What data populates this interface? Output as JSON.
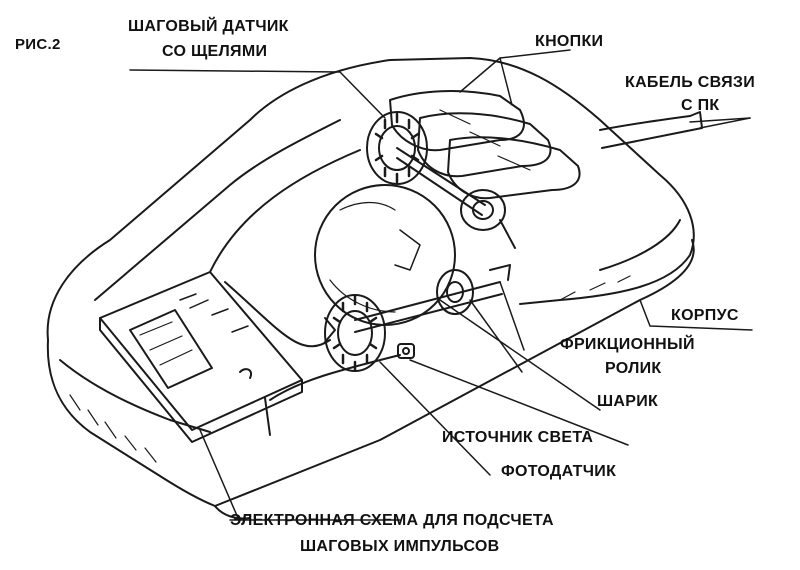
{
  "figure": {
    "title": "РИС.2",
    "labels": {
      "step_sensor_line1": "ШАГОВЫЙ ДАТЧИК",
      "step_sensor_line2": "СО ЩЕЛЯМИ",
      "buttons": "КНОПКИ",
      "cable_line1": "КАБЕЛЬ СВЯЗИ",
      "cable_line2": "С ПК",
      "housing": "КОРПУС",
      "roller_line1": "ФРИКЦИОННЫЙ",
      "roller_line2": "РОЛИК",
      "ball": "ШАРИК",
      "light_source": "ИСТОЧНИК СВЕТА",
      "photo_sensor": "ФОТОДАТЧИК",
      "circuit_line1": "ЭЛЕКТРОННАЯ СХЕМА ДЛЯ ПОДСЧЕТА",
      "circuit_line2": "ШАГОВЫХ ИМПУЛЬСОВ"
    }
  }
}
